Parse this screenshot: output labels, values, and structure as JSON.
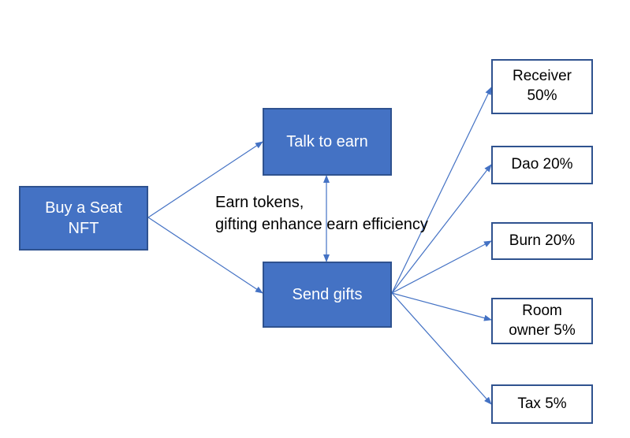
{
  "nodes": {
    "buy_seat": {
      "label": "Buy a Seat NFT"
    },
    "talk": {
      "label": "Talk to earn"
    },
    "gifts": {
      "label": "Send gifts"
    },
    "receiver": {
      "label": "Receiver 50%"
    },
    "dao": {
      "label": "Dao 20%"
    },
    "burn": {
      "label": "Burn 20%"
    },
    "room": {
      "label": "Room owner 5%"
    },
    "tax": {
      "label": "Tax 5%"
    }
  },
  "annotation": {
    "line1": "Earn tokens,",
    "line2": "gifting enhance earn efficiency"
  },
  "colors": {
    "box_fill": "#4472c4",
    "box_border": "#2f528f",
    "arrow": "#4472c4"
  }
}
